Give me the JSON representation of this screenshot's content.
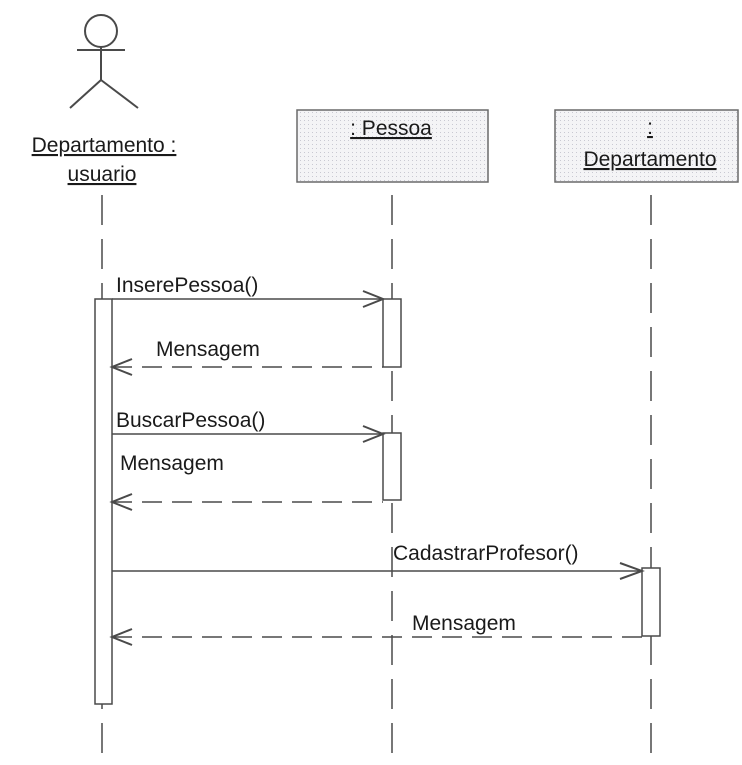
{
  "actor": {
    "name_line1": "Departamento :",
    "name_line2": "usuario"
  },
  "objects": [
    {
      "name": ": Pessoa"
    },
    {
      "name_line1": ":",
      "name_line2": "Departamento"
    }
  ],
  "messages": [
    {
      "label": "InserePessoa()",
      "kind": "call"
    },
    {
      "label": "Mensagem",
      "kind": "return"
    },
    {
      "label": "BuscarPessoa()",
      "kind": "call"
    },
    {
      "label": "Mensagem",
      "kind": "return"
    },
    {
      "label": "CadastrarProfesor()",
      "kind": "call"
    },
    {
      "label": "Mensagem",
      "kind": "return"
    }
  ],
  "colors": {
    "line": "#4a4a4a",
    "box_fill": "#f1f1f4",
    "box_border": "#6a6a6a"
  }
}
